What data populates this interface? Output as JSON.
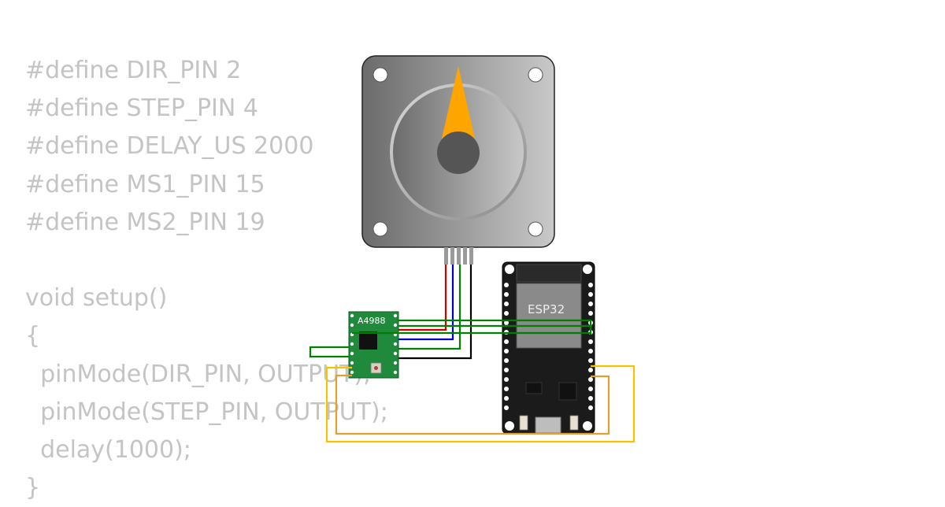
{
  "code": {
    "lines": [
      "#define DIR_PIN 2",
      "#define STEP_PIN 4",
      "#define DELAY_US 2000",
      "#define MS1_PIN 15",
      "#define MS2_PIN 19",
      "",
      "void setup()",
      "{",
      "  pinMode(DIR_PIN, OUTPUT);",
      "  pinMode(STEP_PIN, OUTPUT);",
      "  delay(1000);",
      "}"
    ]
  },
  "driver": {
    "label": "A4988"
  },
  "board": {
    "label": "ESP32"
  },
  "colors": {
    "motor_body": "#a9a9a9",
    "motor_pointer": "#ffa500",
    "driver_pcb": "#1f8a3c",
    "board_pcb": "#1b1b1b",
    "wire_red": "#cc0000",
    "wire_blue": "#0000cc",
    "wire_green": "#008000",
    "wire_black": "#000000",
    "wire_yellow": "#f5c400",
    "wire_orange": "#e0a030"
  }
}
